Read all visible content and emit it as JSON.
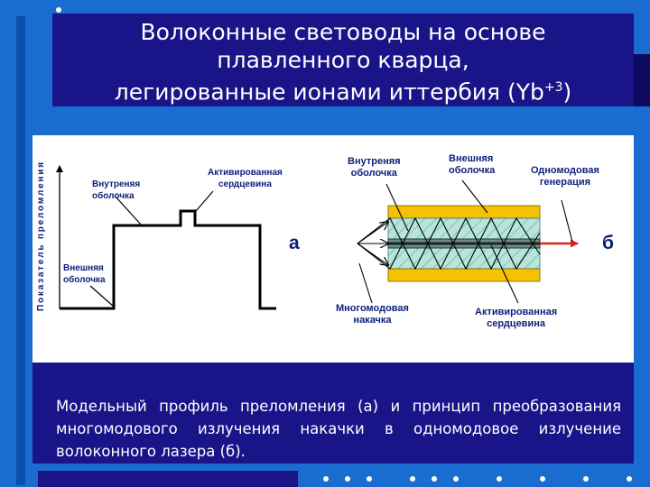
{
  "title": {
    "line1": "Волоконные световоды на основе",
    "line2": "плавленного кварца,",
    "line3_main": "легированные ионами иттербия (Yb",
    "line3_sup": "+3",
    "line3_end": ")"
  },
  "figure_a": {
    "axis_label": "Показатель преломления",
    "outer_cladding": [
      "Внешняя",
      "оболочка"
    ],
    "inner_cladding": [
      "Внутреняя",
      "оболочка"
    ],
    "core": [
      "Активированная",
      "сердцевина"
    ],
    "letter": "а"
  },
  "figure_b": {
    "inner_cladding": [
      "Внутреняя",
      "оболочка"
    ],
    "outer_cladding": [
      "Внешняя",
      "оболочка"
    ],
    "single_mode": [
      "Одномодовая",
      "генерация"
    ],
    "multimode_pump": [
      "Многомодовая",
      "накачка"
    ],
    "core": [
      "Активированная",
      "сердцевина"
    ],
    "letter": "б"
  },
  "caption": "Модельный профиль преломления (а) и принцип преобразования многомодового излучения накачки  в одномодовое излучение волоконного лазера (б).",
  "colors": {
    "background": "#1a6cd0",
    "band": "#1a1489",
    "label_text": "#0e1f7a",
    "outer_cladding_fill": "#f4c200",
    "inner_cladding_fill": "#b8e4dc",
    "output_arrow": "#e02020"
  }
}
